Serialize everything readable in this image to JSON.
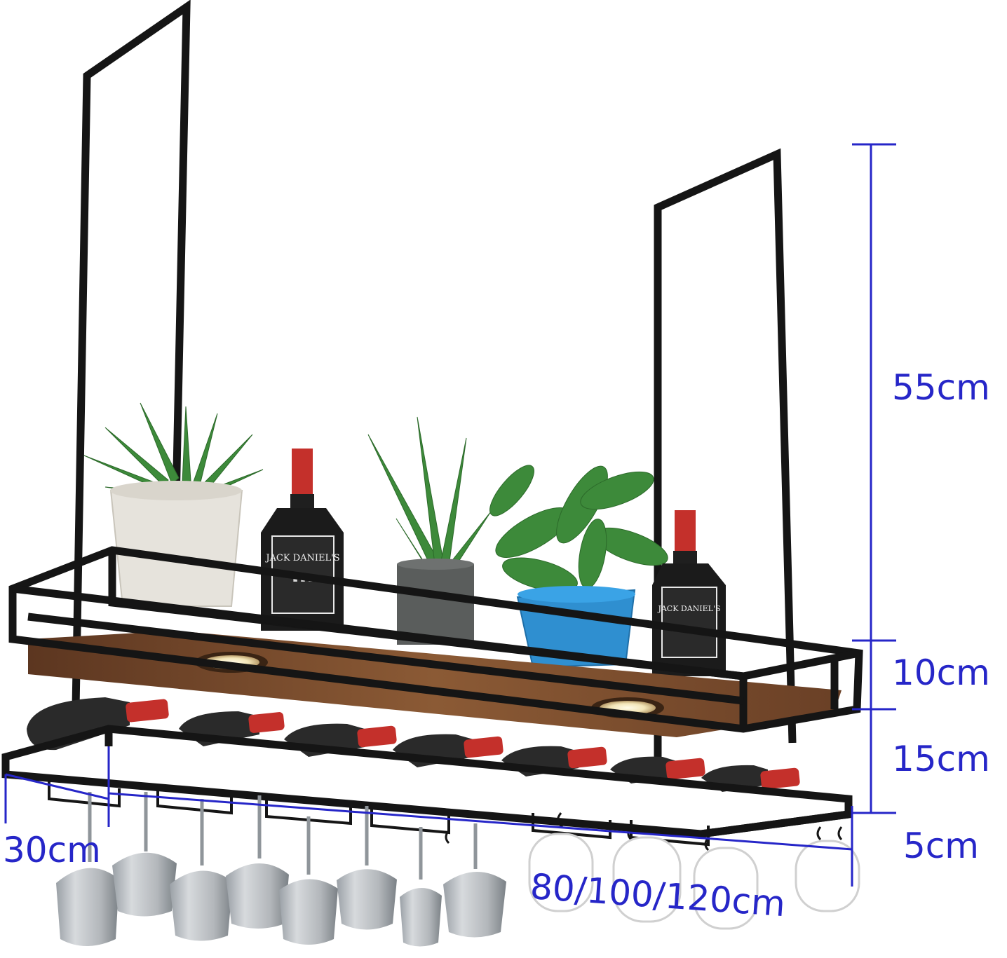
{
  "dimensions": {
    "total_height": "55cm",
    "shelf_height": "10cm",
    "rack_gap": "15cm",
    "glass_holder": "5cm",
    "depth": "30cm",
    "width_options": "80/100/120cm"
  },
  "bottle_label": "JACK DANIEL'S",
  "colors": {
    "dimension_line": "#2626c8",
    "frame": "#151515",
    "wood": "#7a4a2a",
    "cork": "#c4302b",
    "pot_blue": "#2f8fd0",
    "pot_gray": "#5a5d5c",
    "pot_white": "#e6e3dc",
    "leaf": "#3d8a3a"
  },
  "icons": [
    "plant-icon",
    "whiskey-bottle-icon",
    "wine-bottle-icon",
    "wine-glass-icon",
    "mug-icon",
    "led-light-icon"
  ]
}
